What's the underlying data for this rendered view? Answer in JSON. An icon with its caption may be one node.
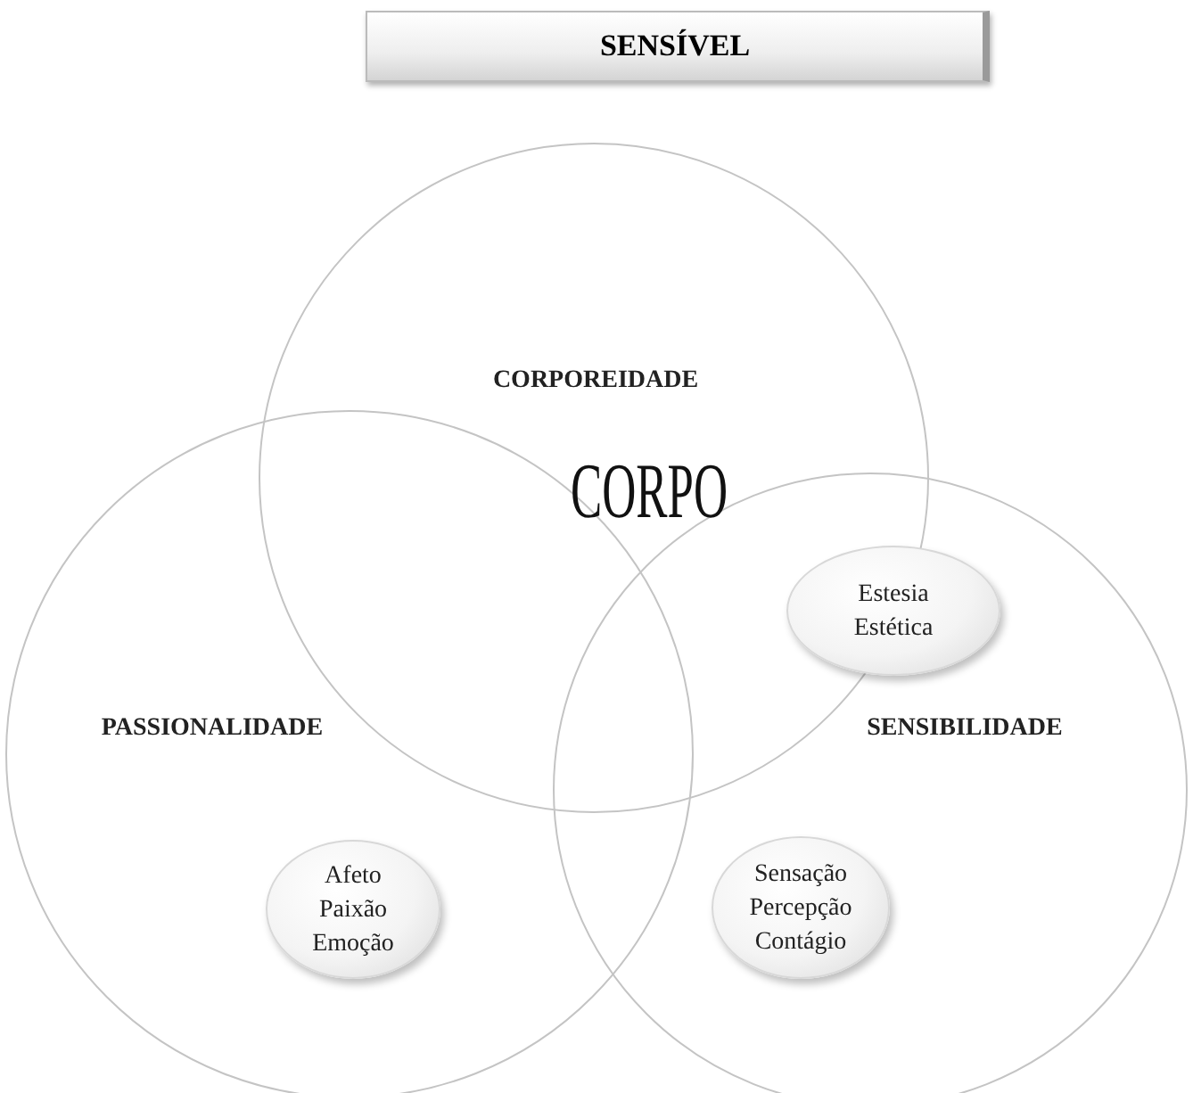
{
  "diagram": {
    "title": "SENSÍVEL",
    "nodes": [
      {
        "text": [
          "CORPOREIDADE"
        ]
      },
      {
        "text": [
          "PASSIONALIDADE"
        ]
      },
      {
        "text": [
          "SENSIBILIDADE"
        ]
      },
      {
        "text": [
          "Estesia",
          "Estética"
        ],
        "in": 2
      },
      {
        "text": [
          "Afeto",
          "Paixão",
          "Emoção"
        ],
        "in": 1
      },
      {
        "text": [
          "Sensação",
          "Percepção",
          "Contágio"
        ],
        "in": 2
      }
    ],
    "labels": [
      "CORPO"
    ]
  }
}
